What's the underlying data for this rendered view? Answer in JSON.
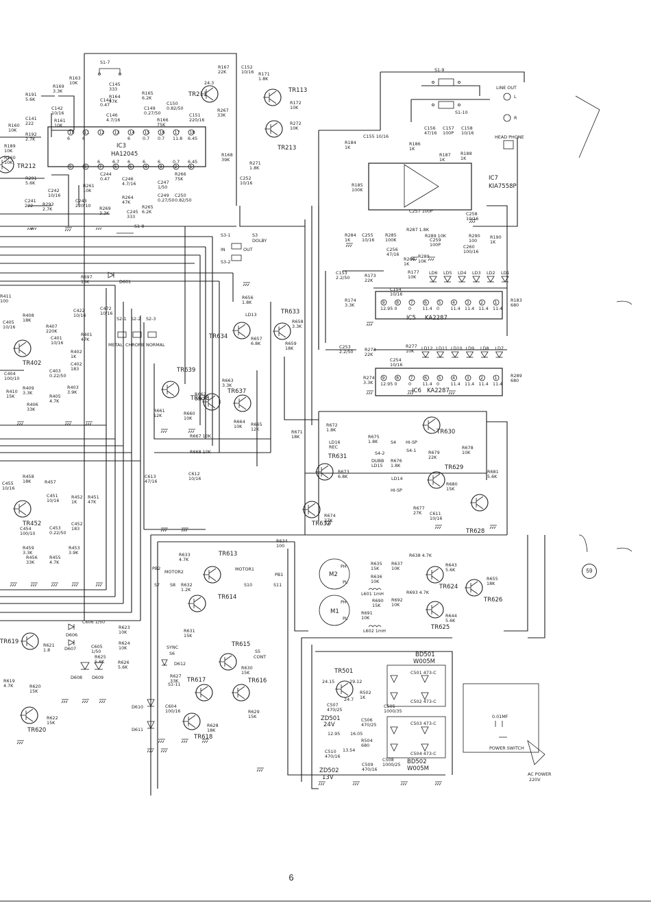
{
  "sheet": {
    "page_number": "6",
    "page_ref": "59"
  },
  "ics": [
    {
      "id": "ic3",
      "name": "IC3",
      "part": "HA12045"
    },
    {
      "id": "ic7",
      "name": "IC7",
      "part": "KIA7558P"
    },
    {
      "id": "ic5",
      "name": "IC5",
      "part": "KA2287"
    },
    {
      "id": "ic6",
      "name": "IC6",
      "part": "KA2287"
    }
  ],
  "ic_pins": {
    "ic3_top": [
      "10",
      "11",
      "12",
      "13",
      "14",
      "15",
      "16",
      "17",
      "18"
    ],
    "ic3_top_v": [
      "6",
      "6",
      "",
      "",
      "6",
      "0.7",
      "0.7",
      "11.8",
      "6.45"
    ],
    "ic3_bot": [
      "9",
      "8",
      "7",
      "6",
      "5",
      "4",
      "3",
      "2",
      "1"
    ],
    "ic3_bot_v": [
      "",
      "",
      "6",
      "6.7",
      "6",
      "6",
      "6",
      "0.7",
      "6.45"
    ],
    "ic5": [
      "9",
      "8",
      "7",
      "6",
      "5",
      "4",
      "3",
      "2",
      "1"
    ],
    "ic5_v": [
      "12.95",
      "0",
      "0",
      "11.4",
      "0",
      "11.4",
      "11.4",
      "11.4",
      "11.4"
    ],
    "ic6": [
      "9",
      "8",
      "7",
      "6",
      "5",
      "4",
      "3",
      "2",
      "1"
    ],
    "ic6_v": [
      "12.95",
      "0",
      "0",
      "11.4",
      "0",
      "11.4",
      "11.4",
      "11.4",
      "11.4"
    ]
  },
  "leds_ic5": [
    "LD6",
    "LD5",
    "LD4",
    "LD3",
    "LD2",
    "LD1"
  ],
  "leds_ic6": [
    "LD12",
    "LD11",
    "LD10",
    "LD9",
    "LD8",
    "LD7"
  ],
  "transistors": [
    {
      "id": "tr211",
      "label": "TR211",
      "v": "24.3"
    },
    {
      "id": "tr113",
      "label": "TR113"
    },
    {
      "id": "tr213",
      "label": "TR213"
    },
    {
      "id": "tr212",
      "label": "TR212"
    },
    {
      "id": "tr402",
      "label": "TR402"
    },
    {
      "id": "tr452",
      "label": "TR452"
    },
    {
      "id": "tr634",
      "label": "TR634"
    },
    {
      "id": "tr633",
      "label": "TR633"
    },
    {
      "id": "tr639",
      "label": "TR639"
    },
    {
      "id": "tr638",
      "label": "TR638"
    },
    {
      "id": "tr637",
      "label": "TR637"
    },
    {
      "id": "tr630",
      "label": "TR630"
    },
    {
      "id": "tr631",
      "label": "TR631"
    },
    {
      "id": "tr629",
      "label": "TR629"
    },
    {
      "id": "tr628",
      "label": "TR628"
    },
    {
      "id": "tr632",
      "label": "TR632"
    },
    {
      "id": "tr613",
      "label": "TR613"
    },
    {
      "id": "tr614",
      "label": "TR614"
    },
    {
      "id": "tr624",
      "label": "TR624"
    },
    {
      "id": "tr625",
      "label": "TR625"
    },
    {
      "id": "tr626",
      "label": "TR626"
    },
    {
      "id": "tr619",
      "label": "TR619"
    },
    {
      "id": "tr620",
      "label": "TR620"
    },
    {
      "id": "tr615",
      "label": "TR615"
    },
    {
      "id": "tr616",
      "label": "TR616"
    },
    {
      "id": "tr617",
      "label": "TR617"
    },
    {
      "id": "tr618",
      "label": "TR618"
    },
    {
      "id": "tr501",
      "label": "TR501"
    }
  ],
  "labels": {
    "s1_7": "S1-7",
    "s1_8": "S1-8",
    "s1_9": "S1-9",
    "s1_10": "S1-10",
    "s1_11": "S1-11",
    "line_out": "LINE OUT",
    "l": "L",
    "r": "R",
    "head_phone": "HEAD PHONE",
    "s3_1": "S3-1",
    "s3": "S3",
    "dolby": "DOLBY",
    "in": "IN",
    "out": "OUT",
    "s3_2": "S3-2",
    "d601": "D601",
    "r697": "R697",
    "r697v": "15K",
    "s2_1": "S2-1",
    "s2_2": "S2-2",
    "s2_3": "S2-3",
    "metal": "METAL",
    "chrome": "CHROME",
    "normal": "NORMAL",
    "s4": "S4",
    "hi_sp": "HI-SP",
    "s4_1": "S4-1",
    "s4_2": "S4-2",
    "ld14": "LD14",
    "ld15": "LD15",
    "ld16": "LD16",
    "ld16rec": "REC",
    "hi_sp2": "HI-SP",
    "dubb": "DUBB",
    "ld13": "LD13",
    "pb2": "PB2",
    "motor2": "MOTOR2",
    "s7": "S7",
    "s8": "S8",
    "s10": "S10",
    "s11": "S11",
    "motor1": "MOTOR1",
    "pb1": "PB1",
    "m2": "M2",
    "m1": "M1",
    "ph": "PH",
    "pl": "PL",
    "l601": "L601 1mH",
    "l602": "L602 1mH",
    "sync": "SYNC",
    "s6": "S6",
    "s5": "S5",
    "cont": "CONT",
    "d612": "D612",
    "d606": "D606",
    "d607": "D607",
    "d608": "D608",
    "d609": "D609",
    "d610": "D610",
    "d611": "D611",
    "bd501": "BD501",
    "w005m": "W005M",
    "bd502": "BD502",
    "w005m2": "W005M",
    "zd501": "ZD501",
    "zd501v": "24V",
    "zd502": "ZD502",
    "zd502v": "13V",
    "cap001": "0.01MF",
    "power_switch": "POWER SWITCH",
    "ac_power": "AC POWER",
    "ac_v": "220V",
    "v2415": "24.15",
    "v2912": "29.12",
    "v247": "24.7",
    "v1295": "12.95",
    "v1605": "16.05",
    "v1354": "13.54",
    "c501": "C501 473-C",
    "c502": "C502 473-C",
    "c503": "C503 473-C",
    "c504": "C504 473-C"
  },
  "parts": [
    {
      "k": "r163",
      "t": "R163\n10K"
    },
    {
      "k": "r169",
      "t": "R169\n3.3K"
    },
    {
      "k": "r191",
      "t": "R191\n5.6K"
    },
    {
      "k": "c142",
      "t": "C142\n10/16"
    },
    {
      "k": "c141",
      "t": "C141\n222"
    },
    {
      "k": "r161",
      "t": "R161\n10K"
    },
    {
      "k": "r160",
      "t": "R160\n10K"
    },
    {
      "k": "r192",
      "t": "R192\n2.7K"
    },
    {
      "k": "r189",
      "t": "R189\n10K"
    },
    {
      "k": "r260",
      "t": "R260\n10K"
    },
    {
      "k": "r291",
      "t": "R291\n5.6K"
    },
    {
      "k": "c242",
      "t": "C242\n10/16"
    },
    {
      "k": "c241",
      "t": "C241\n222"
    },
    {
      "k": "r292",
      "t": "R292\n2.7K"
    },
    {
      "k": "c145",
      "t": "C145\n333"
    },
    {
      "k": "c144",
      "t": "C144\n0.47"
    },
    {
      "k": "r164",
      "t": "R164\n47K"
    },
    {
      "k": "c146",
      "t": "C146\n4.7/16"
    },
    {
      "k": "r165",
      "t": "R165\n6.2K"
    },
    {
      "k": "c149",
      "t": "C149\n0.27/50"
    },
    {
      "k": "c150",
      "t": "C150\n0.82/50"
    },
    {
      "k": "r166",
      "t": "R166\n75K"
    },
    {
      "k": "r167",
      "t": "R167\n22K"
    },
    {
      "k": "c152",
      "t": "C152\n10/16"
    },
    {
      "k": "r171",
      "t": "R171\n1.8K"
    },
    {
      "k": "r267",
      "t": "R267\n33K"
    },
    {
      "k": "c151",
      "t": "C151\n220/16"
    },
    {
      "k": "r168",
      "t": "R168\n39K"
    },
    {
      "k": "r172",
      "t": "R172\n10K"
    },
    {
      "k": "r272",
      "t": "R272\n10K"
    },
    {
      "k": "r271",
      "t": "R271\n1.8K"
    },
    {
      "k": "c252",
      "t": "C252\n10/16"
    },
    {
      "k": "c244",
      "t": "C244\n0.47"
    },
    {
      "k": "r261",
      "t": "R261\n10K"
    },
    {
      "k": "c243",
      "t": "C243\n220/10"
    },
    {
      "k": "c246",
      "t": "C246\n4.7/16"
    },
    {
      "k": "r264",
      "t": "R264\n47K"
    },
    {
      "k": "c247",
      "t": "C247\n1/50"
    },
    {
      "k": "r266",
      "t": "R266\n75K"
    },
    {
      "k": "c249",
      "t": "C249\n0.27/50"
    },
    {
      "k": "c250",
      "t": "C250\n0.82/50"
    },
    {
      "k": "r265",
      "t": "R265\n6.2K"
    },
    {
      "k": "r269",
      "t": "R269\n3.3K"
    },
    {
      "k": "c245",
      "t": "C245\n333"
    },
    {
      "k": "c155",
      "t": "C155 10/16"
    },
    {
      "k": "r184",
      "t": "R184\n1K"
    },
    {
      "k": "r186",
      "t": "R186\n1K"
    },
    {
      "k": "c156",
      "t": "C156\n47/16"
    },
    {
      "k": "c157",
      "t": "C157\n100P"
    },
    {
      "k": "c158",
      "t": "C158\n10/16"
    },
    {
      "k": "r187",
      "t": "R187\n1K"
    },
    {
      "k": "r188",
      "t": "R188\n1K"
    },
    {
      "k": "r185",
      "t": "R185\n100K"
    },
    {
      "k": "c257",
      "t": "C257 100P"
    },
    {
      "k": "c258",
      "t": "C258\n10/16"
    },
    {
      "k": "r287",
      "t": "R287 1.8K"
    },
    {
      "k": "r284",
      "t": "R284\n1K"
    },
    {
      "k": "c255",
      "t": "C255\n10/16"
    },
    {
      "k": "r285",
      "t": "R285\n100K"
    },
    {
      "k": "c256",
      "t": "C256\n47/16"
    },
    {
      "k": "c259",
      "t": "C259\n100P"
    },
    {
      "k": "r289",
      "t": "R289 10K"
    },
    {
      "k": "r290",
      "t": "R290\n100"
    },
    {
      "k": "c260",
      "t": "C260\n100/16"
    },
    {
      "k": "r190",
      "t": "R190\n1K"
    },
    {
      "k": "r286",
      "t": "R286\n1K"
    },
    {
      "k": "r289b",
      "t": "R289\n10K"
    },
    {
      "k": "c153",
      "t": "C153\n2.2/50"
    },
    {
      "k": "r173",
      "t": "R173\n22K"
    },
    {
      "k": "r177",
      "t": "R177\n10K"
    },
    {
      "k": "c154",
      "t": "C154\n10/16"
    },
    {
      "k": "r174",
      "t": "R174\n3.3K"
    },
    {
      "k": "r183",
      "t": "R183\n680"
    },
    {
      "k": "c253",
      "t": "C253\n2.2/50"
    },
    {
      "k": "r273",
      "t": "R273\n22K"
    },
    {
      "k": "r277",
      "t": "R277\n10K"
    },
    {
      "k": "c254",
      "t": "C254\n10/16"
    },
    {
      "k": "r274",
      "t": "R274\n3.3K"
    },
    {
      "k": "r289c",
      "t": "R289\n680"
    },
    {
      "k": "r656",
      "t": "R656\n1.8K"
    },
    {
      "k": "r658",
      "t": "R658\n3.3K"
    },
    {
      "k": "r657",
      "t": "R657\n6.8K"
    },
    {
      "k": "r659",
      "t": "R659\n18K"
    },
    {
      "k": "r411",
      "t": "R411\n100"
    },
    {
      "k": "c422",
      "t": "C422\n10/16"
    },
    {
      "k": "c472",
      "t": "C472\n10/16"
    },
    {
      "k": "c405",
      "t": "C405\n10/16"
    },
    {
      "k": "r408",
      "t": "R408\n18K"
    },
    {
      "k": "r407",
      "t": "R407\n220K"
    },
    {
      "k": "c401",
      "t": "C401\n10/16"
    },
    {
      "k": "r401",
      "t": "R401\n47K"
    },
    {
      "k": "r402",
      "t": "R402\n1K"
    },
    {
      "k": "c403",
      "t": "C403\n0.22/50"
    },
    {
      "k": "c402",
      "t": "C402\n183"
    },
    {
      "k": "c404",
      "t": "C404\n100/10"
    },
    {
      "k": "r409",
      "t": "R409\n3.3K"
    },
    {
      "k": "r405",
      "t": "R405\n4.7K"
    },
    {
      "k": "r403",
      "t": "R403\n3.9K"
    },
    {
      "k": "r406",
      "t": "R406\n33K"
    },
    {
      "k": "r410",
      "t": "R410\n15K"
    },
    {
      "k": "r663",
      "t": "R663\n3.3K"
    },
    {
      "k": "r662",
      "t": "R662\n10K"
    },
    {
      "k": "r661",
      "t": "R661\n12K"
    },
    {
      "k": "r660",
      "t": "R660\n10K"
    },
    {
      "k": "r664",
      "t": "R664\n10K"
    },
    {
      "k": "r665",
      "t": "R665\n12K"
    },
    {
      "k": "r667",
      "t": "R667 10K"
    },
    {
      "k": "r668",
      "t": "R668 10K"
    },
    {
      "k": "c613",
      "t": "C613\n47/16"
    },
    {
      "k": "c612",
      "t": "C612\n10/16"
    },
    {
      "k": "r671",
      "t": "R671\n18K"
    },
    {
      "k": "r672",
      "t": "R672\n1.8K"
    },
    {
      "k": "r675",
      "t": "R675\n1.8K"
    },
    {
      "k": "r679",
      "t": "R679\n22K"
    },
    {
      "k": "r678",
      "t": "R678\n10K"
    },
    {
      "k": "r676",
      "t": "R676\n1.8K"
    },
    {
      "k": "r673",
      "t": "R673\n6.8K"
    },
    {
      "k": "r680",
      "t": "R680\n15K"
    },
    {
      "k": "r681",
      "t": "R681\n5.6K"
    },
    {
      "k": "r674",
      "t": "R674\n27K"
    },
    {
      "k": "r677",
      "t": "R677\n27K"
    },
    {
      "k": "c611",
      "t": "C611\n10/16"
    },
    {
      "k": "r458",
      "t": "R458\n18K"
    },
    {
      "k": "r457",
      "t": "R457"
    },
    {
      "k": "c455",
      "t": "C455\n10/16"
    },
    {
      "k": "c451",
      "t": "C451\n10/16"
    },
    {
      "k": "r452",
      "t": "R452\n1K"
    },
    {
      "k": "r451",
      "t": "R451\n47K"
    },
    {
      "k": "c454",
      "t": "C454\n100/10"
    },
    {
      "k": "c453",
      "t": "C453\n0.22/50"
    },
    {
      "k": "c452",
      "t": "C452\n183"
    },
    {
      "k": "r459",
      "t": "R459\n3.3K"
    },
    {
      "k": "r456",
      "t": "R456\n33K"
    },
    {
      "k": "r455",
      "t": "R455\n4.7K"
    },
    {
      "k": "r453",
      "t": "R453\n3.9K"
    },
    {
      "k": "r634",
      "t": "R634\n100"
    },
    {
      "k": "r633",
      "t": "R633\n4.7K"
    },
    {
      "k": "r632",
      "t": "R632\n1.2K"
    },
    {
      "k": "r631",
      "t": "R631\n15K"
    },
    {
      "k": "r638",
      "t": "R638 4.7K"
    },
    {
      "k": "r635",
      "t": "R635\n15K"
    },
    {
      "k": "r637",
      "t": "R637\n10K"
    },
    {
      "k": "r643",
      "t": "R643\n5.6K"
    },
    {
      "k": "r636",
      "t": "R636\n10K"
    },
    {
      "k": "r693",
      "t": "R693 4.7K"
    },
    {
      "k": "r655",
      "t": "R655\n18K"
    },
    {
      "k": "r690",
      "t": "R690\n15K"
    },
    {
      "k": "r692",
      "t": "R692\n10K"
    },
    {
      "k": "r691",
      "t": "R691\n10K"
    },
    {
      "k": "r644",
      "t": "R644\n5.6K"
    },
    {
      "k": "c606",
      "t": "C606 1/50"
    },
    {
      "k": "r623",
      "t": "R623\n10K"
    },
    {
      "k": "r624",
      "t": "R624\n10K"
    },
    {
      "k": "c605",
      "t": "C605\n1/50"
    },
    {
      "k": "r625",
      "t": "R625\n5.6K"
    },
    {
      "k": "r626",
      "t": "R626\n5.6K"
    },
    {
      "k": "r621",
      "t": "R621\n1.8"
    },
    {
      "k": "r619",
      "t": "R619\n4.7K"
    },
    {
      "k": "r620",
      "t": "R620\n15K"
    },
    {
      "k": "r622",
      "t": "R622\n15K"
    },
    {
      "k": "r627",
      "t": "R627\n33K"
    },
    {
      "k": "c604",
      "t": "C604\n100/16"
    },
    {
      "k": "r628",
      "t": "R628\n18K"
    },
    {
      "k": "r630",
      "t": "R630\n15K"
    },
    {
      "k": "r629",
      "t": "R629\n15K"
    },
    {
      "k": "r502",
      "t": "R502\n1K"
    },
    {
      "k": "c505",
      "t": "C505\n1000/35"
    },
    {
      "k": "c507",
      "t": "C507\n470/25"
    },
    {
      "k": "c506",
      "t": "C506\n470/25"
    },
    {
      "k": "r504",
      "t": "R504\n680"
    },
    {
      "k": "c510",
      "t": "C510\n470/16"
    },
    {
      "k": "c509",
      "t": "C509\n470/16"
    },
    {
      "k": "c508",
      "t": "C508\n1000/25"
    }
  ]
}
